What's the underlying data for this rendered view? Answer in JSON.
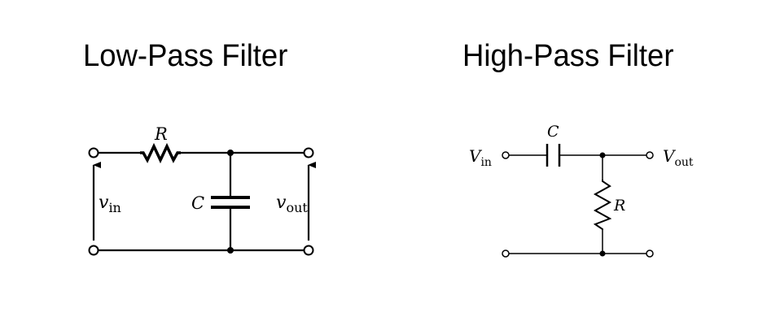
{
  "titles": {
    "low_pass": "Low-Pass Filter",
    "high_pass": "High-Pass Filter"
  },
  "low_pass": {
    "components": [
      {
        "type": "resistor",
        "label": "R",
        "position": "series"
      },
      {
        "type": "capacitor",
        "label": "C",
        "position": "shunt"
      }
    ],
    "labels": {
      "R": "R",
      "C": "C",
      "vin_main": "v",
      "vin_sub": "in",
      "vout_main": "v",
      "vout_sub": "out"
    }
  },
  "high_pass": {
    "components": [
      {
        "type": "capacitor",
        "label": "C",
        "position": "series"
      },
      {
        "type": "resistor",
        "label": "R",
        "position": "shunt"
      }
    ],
    "labels": {
      "C": "C",
      "R": "R",
      "vin_main": "V",
      "vin_sub": "in",
      "vout_main": "V",
      "vout_sub": "out"
    }
  },
  "colors": {
    "stroke": "#000000",
    "background": "#ffffff"
  }
}
